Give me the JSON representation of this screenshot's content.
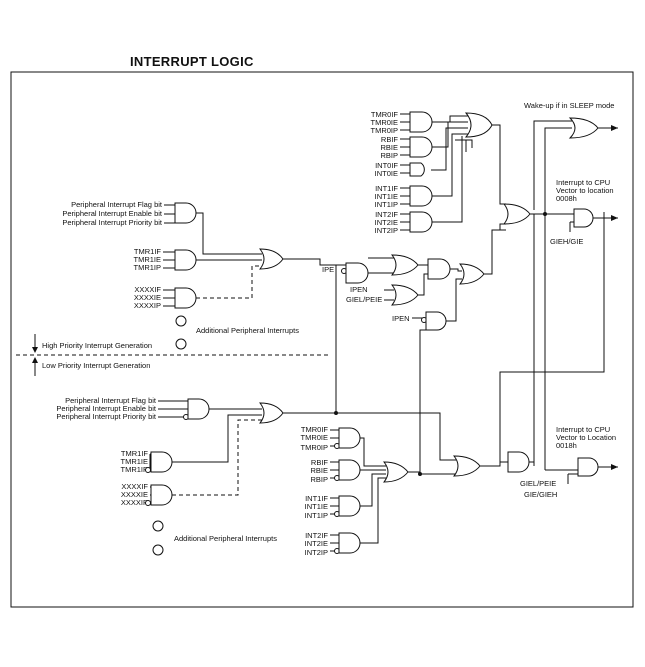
{
  "title": "INTERRUPT LOGIC",
  "outputs": {
    "wake_up": "Wake-up if in SLEEP mode",
    "high_vector_l1": "Interrupt to CPU",
    "high_vector_l2": "Vector to location",
    "high_vector_l3": "0008h",
    "low_vector_l1": "Interrupt to CPU",
    "low_vector_l2": "Vector to Location",
    "low_vector_l3": "0018h"
  },
  "control_labels": {
    "gieh_gie": "GIEH/GIE",
    "ipe": "IPE",
    "ipen_1": "IPEN",
    "giel_peie_1": "GIEL/PEIE",
    "ipen_2": "IPEN",
    "giel_peie_2": "GIEL/PEIE",
    "gie_gieh_2": "GIE/GIEH"
  },
  "priority": {
    "high": "High Priority Interrupt Generation",
    "low": "Low Priority Interrupt Generation"
  },
  "peripheral_high": {
    "flag": "Peripheral Interrupt Flag bit",
    "enable": "Peripheral Interrupt Enable bit",
    "priority": "Peripheral Interrupt Priority bit",
    "tmr1": [
      "TMR1IF",
      "TMR1IE",
      "TMR1IP"
    ],
    "xxxx": [
      "XXXXIF",
      "XXXXIE",
      "XXXXIP"
    ],
    "additional": "Additional Peripheral Interrupts"
  },
  "peripheral_low": {
    "flag": "Peripheral Interrupt Flag bit",
    "enable": "Peripheral Interrupt Enable bit",
    "priority": "Peripheral Interrupt Priority bit",
    "tmr1": [
      "TMR1IF",
      "TMR1IE",
      "TMR1IP"
    ],
    "xxxx": [
      "XXXXIF",
      "XXXXIE",
      "XXXXIP"
    ],
    "additional": "Additional Peripheral Interrupts"
  },
  "core_high": {
    "tmr0": [
      "TMR0IF",
      "TMR0IE",
      "TMR0IP"
    ],
    "rb": [
      "RBIF",
      "RBIE",
      "RBIP"
    ],
    "int0": [
      "INT0IF",
      "INT0IE"
    ],
    "int1": [
      "INT1IF",
      "INT1IE",
      "INT1IP"
    ],
    "int2": [
      "INT2IF",
      "INT2IE",
      "INT2IP"
    ]
  },
  "core_low": {
    "tmr0": [
      "TMR0IF",
      "TMR0IE",
      "TMR0IP"
    ],
    "rb": [
      "RBIF",
      "RBIE",
      "RBIP"
    ],
    "int1": [
      "INT1IF",
      "INT1IE",
      "INT1IP"
    ],
    "int2": [
      "INT2IF",
      "INT2IE",
      "INT2IP"
    ]
  }
}
